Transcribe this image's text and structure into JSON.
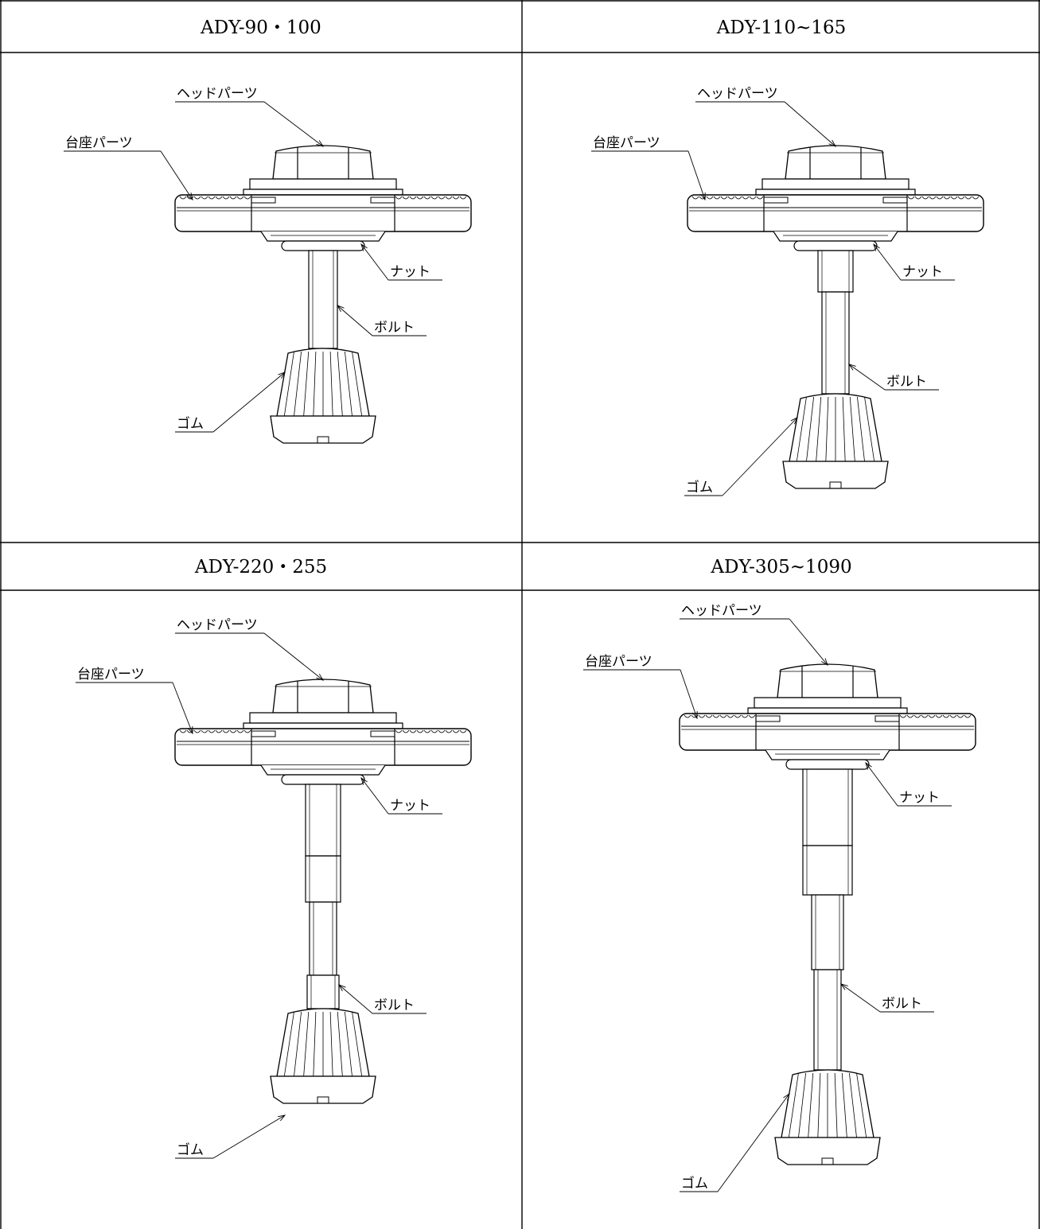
{
  "panels": [
    {
      "title": "ADY-90・100",
      "labels": {
        "head": "ヘッドパーツ",
        "base": "台座パーツ",
        "nut": "ナット",
        "bolt": "ボルト",
        "rubber": "ゴム"
      }
    },
    {
      "title": "ADY-110~165",
      "labels": {
        "head": "ヘッドパーツ",
        "base": "台座パーツ",
        "nut": "ナット",
        "bolt": "ボルト",
        "rubber": "ゴム"
      }
    },
    {
      "title": "ADY-220・255",
      "labels": {
        "head": "ヘッドパーツ",
        "base": "台座パーツ",
        "nut": "ナット",
        "bolt": "ボルト",
        "rubber": "ゴム"
      }
    },
    {
      "title": "ADY-305~1090",
      "labels": {
        "head": "ヘッドパーツ",
        "base": "台座パーツ",
        "nut": "ナット",
        "bolt": "ボルト",
        "rubber": "ゴム"
      }
    }
  ]
}
